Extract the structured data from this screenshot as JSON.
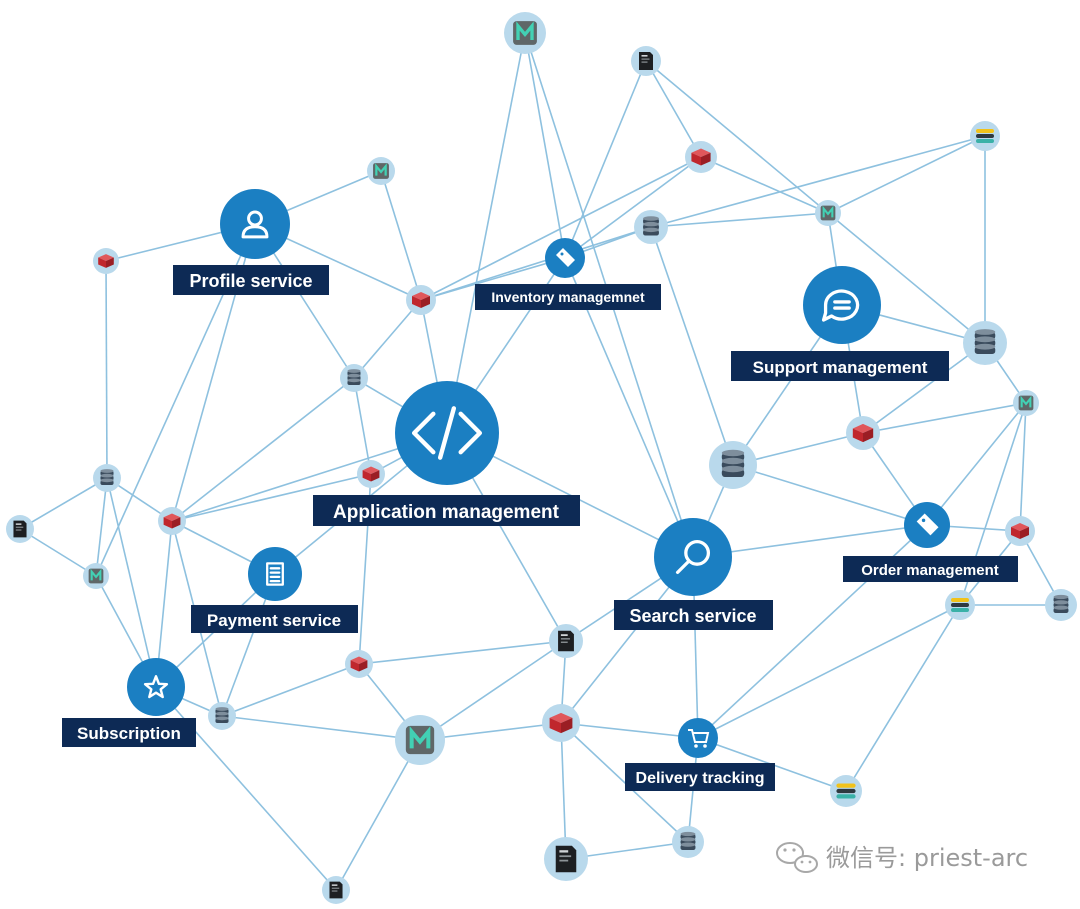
{
  "services": {
    "application": "Application management",
    "profile": "Profile service",
    "inventory": "Inventory managemnet",
    "support": "Support management",
    "order": "Order management",
    "search": "Search service",
    "payment": "Payment service",
    "subscription": "Subscription",
    "delivery": "Delivery tracking"
  },
  "watermark": "微信号: priest-arc",
  "colors": {
    "service_node": "#1b7fc2",
    "minor_halo": "#b9d9ec",
    "edge": "#8ec1df",
    "label_bg": "#0d2a55",
    "cache_icon": "#c0272d",
    "db_icon": "#3a4b5c"
  }
}
